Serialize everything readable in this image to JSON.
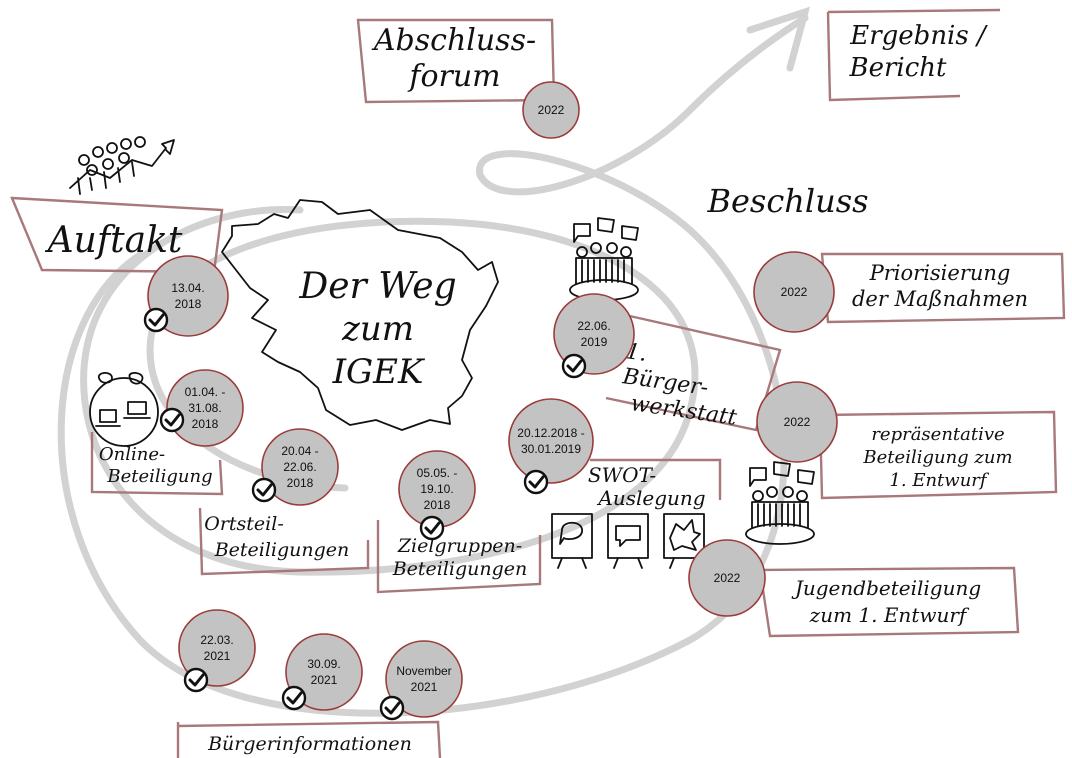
{
  "title": {
    "line1": "Der Weg",
    "line2": "zum",
    "line3": "IGEK"
  },
  "labels": {
    "auftakt": "Auftakt",
    "abschluss_1": "Abschluss-",
    "abschluss_2": "forum",
    "ergebnis_1": "Ergebnis /",
    "ergebnis_2": "Bericht",
    "beschluss": "Beschluss",
    "priorisierung_1": "Priorisierung",
    "priorisierung_2": "der Maßnahmen",
    "repraesentativ_1": "repräsentative",
    "repraesentativ_2": "Beteiligung zum",
    "repraesentativ_3": "1. Entwurf",
    "jugend_1": "Jugendbeteiligung",
    "jugend_2": "zum 1. Entwurf",
    "buergerwerkstatt_1": "1.",
    "buergerwerkstatt_2": "Bürger-",
    "buergerwerkstatt_3": "werkstatt",
    "swot_1": "SWOT-",
    "swot_2": "Auslegung",
    "online_1": "Online-",
    "online_2": "Beteiligung",
    "ortsteil_1": "Ortsteil-",
    "ortsteil_2": "Beteiligungen",
    "zielgruppen_1": "Zielgruppen-",
    "zielgruppen_2": "Beteiligungen",
    "buergerinfo": "Bürgerinformationen"
  },
  "dates": {
    "auftakt_1": "13.04.",
    "auftakt_2": "2018",
    "online_1": "01.04. -",
    "online_2": "31.08.",
    "online_3": "2018",
    "ortsteil_1": "20.04 -",
    "ortsteil_2": "22.06.",
    "ortsteil_3": "2018",
    "zielgruppen_1": "05.05. -",
    "zielgruppen_2": "19.10.",
    "zielgruppen_3": "2018",
    "swot_1": "20.12.2018 -",
    "swot_2": "30.01.2019",
    "werkstatt_1": "22.06.",
    "werkstatt_2": "2019",
    "info1_1": "22.03.",
    "info1_2": "2021",
    "info2_1": "30.09.",
    "info2_2": "2021",
    "info3_1": "November",
    "info3_2": "2021",
    "abschluss": "2022",
    "priorisierung": "2022",
    "repraesentativ": "2022",
    "jugend": "2022"
  },
  "icons": [
    "check-icon",
    "crowd-icon",
    "speech-crowd-icon",
    "laptops-icon",
    "speech-board-icon",
    "map-outline-icon",
    "arrow-icon"
  ],
  "colors": {
    "node_fill": "#c3c3c3",
    "node_stroke": "#9b3b3b",
    "box_stroke": "#a8797b",
    "spiral": "#d2d2d2"
  }
}
